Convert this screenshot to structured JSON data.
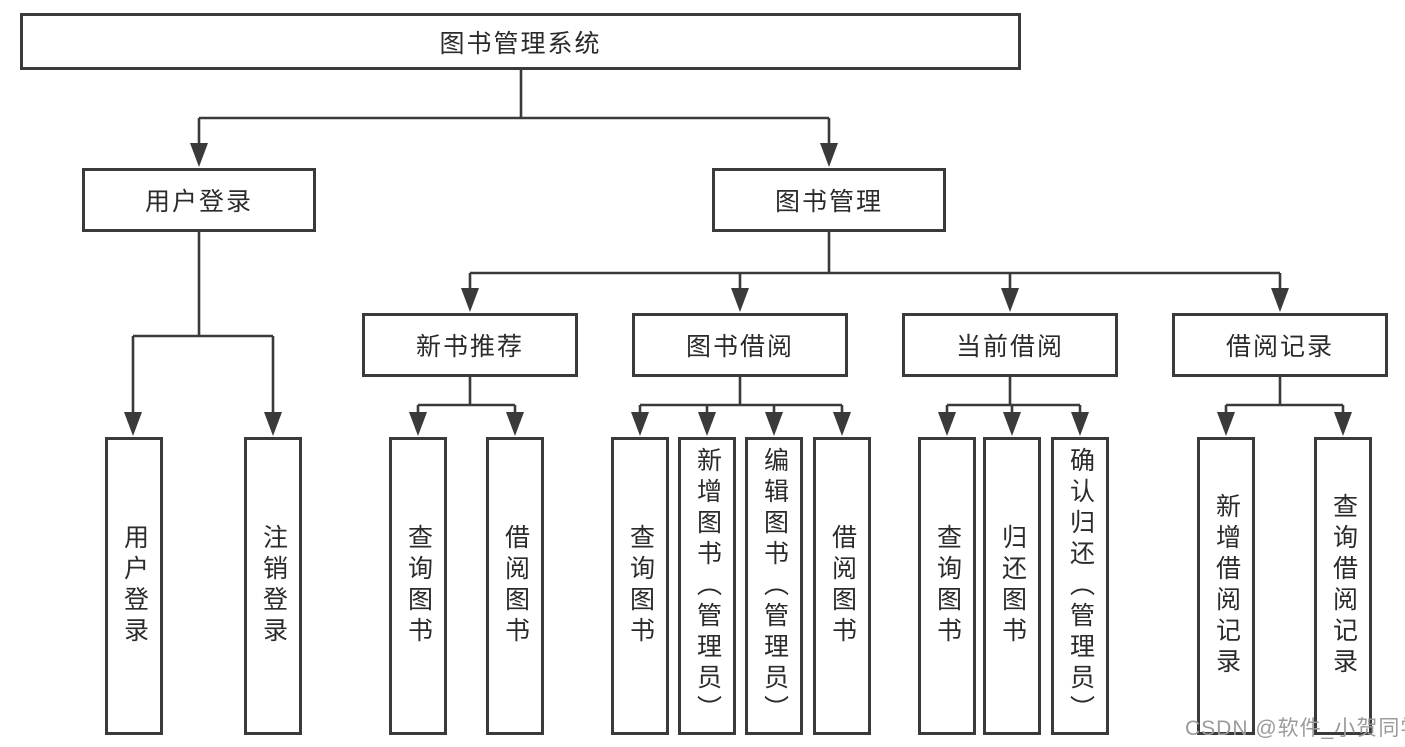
{
  "diagram": {
    "title": "图书管理系统",
    "type": "hierarchy-tree",
    "colors": {
      "line": "#3a3a3a",
      "box_border": "#3a3a3a",
      "box_fill": "#ffffff",
      "text": "#2b2b2b",
      "watermark": "#9b9b9b",
      "background": "#ffffff"
    },
    "nodes": {
      "root": "图书管理系统",
      "level2": [
        "用户登录",
        "图书管理"
      ],
      "level3": [
        "新书推荐",
        "图书借阅",
        "当前借阅",
        "借阅记录"
      ],
      "leaves_user": [
        "用户登录",
        "注销登录"
      ],
      "leaves_newbook": [
        "查询图书",
        "借阅图书"
      ],
      "leaves_borrow": [
        "查询图书",
        "新增图书（管理员）",
        "编辑图书（管理员）",
        "借阅图书"
      ],
      "leaves_current": [
        "查询图书",
        "归还图书",
        "确认归还（管理员）"
      ],
      "leaves_record": [
        "新增借阅记录",
        "查询借阅记录"
      ]
    },
    "edges": [
      "图书管理系统 -> 用户登录",
      "图书管理系统 -> 图书管理",
      "用户登录 -> 用户登录",
      "用户登录 -> 注销登录",
      "图书管理 -> 新书推荐",
      "图书管理 -> 图书借阅",
      "图书管理 -> 当前借阅",
      "图书管理 -> 借阅记录",
      "新书推荐 -> 查询图书",
      "新书推荐 -> 借阅图书",
      "图书借阅 -> 查询图书",
      "图书借阅 -> 新增图书（管理员）",
      "图书借阅 -> 编辑图书（管理员）",
      "图书借阅 -> 借阅图书",
      "当前借阅 -> 查询图书",
      "当前借阅 -> 归还图书",
      "当前借阅 -> 确认归还（管理员）",
      "借阅记录 -> 新增借阅记录",
      "借阅记录 -> 查询借阅记录"
    ],
    "watermark": "CSDN @软件_小贺同学"
  }
}
